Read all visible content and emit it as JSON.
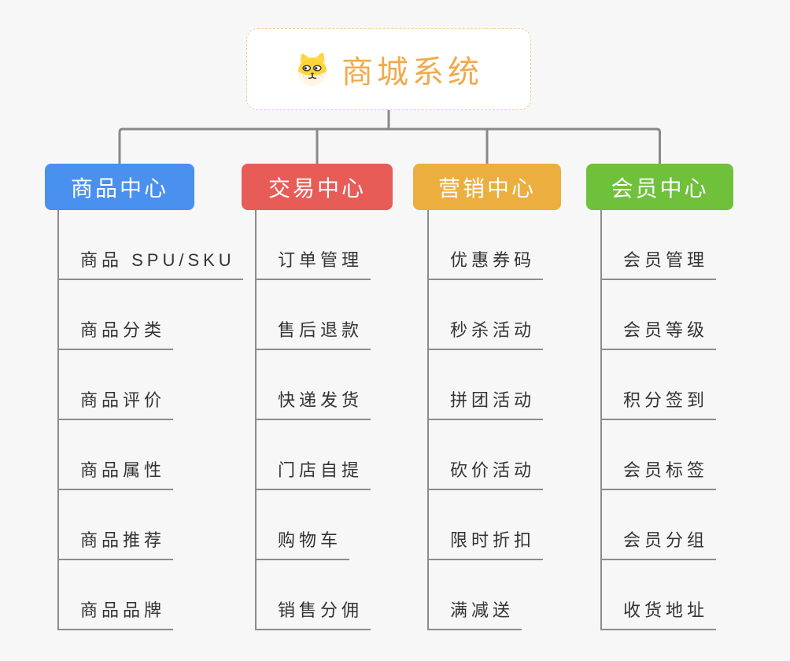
{
  "colors": {
    "bg": "#F7F7F8",
    "connector": "#898989",
    "leaf-line": "#8C8C8C",
    "leaf-text": "#333333",
    "root-text": "#F0AA4D",
    "root-border": "#F2CC8F"
  },
  "root": {
    "title": "商城系统",
    "icon": "dog-face-icon"
  },
  "branches": [
    {
      "label": "商品中心",
      "color": "#4A90EE",
      "items": [
        "商品 SPU/SKU",
        "商品分类",
        "商品评价",
        "商品属性",
        "商品推荐",
        "商品品牌"
      ]
    },
    {
      "label": "交易中心",
      "color": "#E85C58",
      "items": [
        "订单管理",
        "售后退款",
        "快递发货",
        "门店自提",
        "购物车",
        "销售分佣"
      ]
    },
    {
      "label": "营销中心",
      "color": "#ECAE3F",
      "items": [
        "优惠券码",
        "秒杀活动",
        "拼团活动",
        "砍价活动",
        "限时折扣",
        "满减送"
      ]
    },
    {
      "label": "会员中心",
      "color": "#6FC13C",
      "items": [
        "会员管理",
        "会员等级",
        "积分签到",
        "会员标签",
        "会员分组",
        "收货地址"
      ]
    }
  ]
}
